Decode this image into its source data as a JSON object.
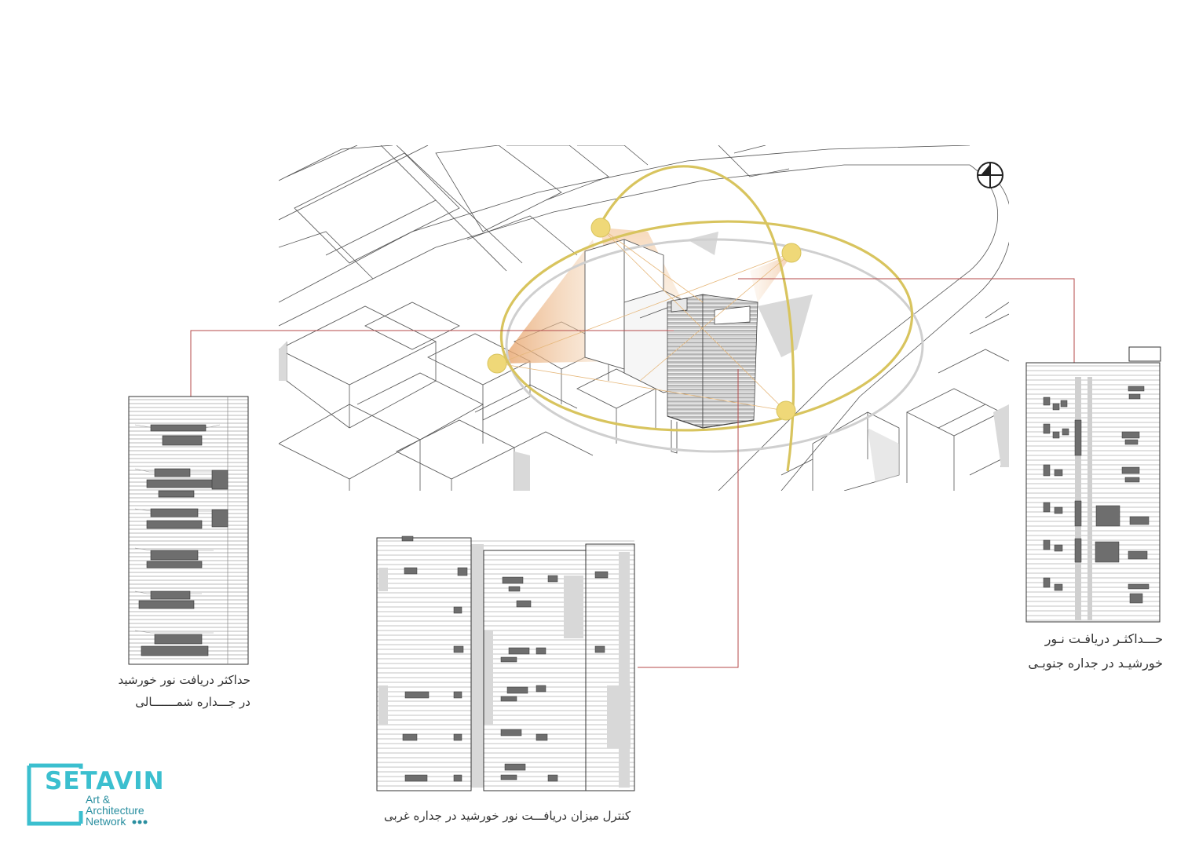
{
  "captions": {
    "north": {
      "line1": "حداکثر دریافت نور خورشید",
      "line2": "در جـــداره شمـــــــالی"
    },
    "west": {
      "line1": "کنترل میزان دریافـــت نور خورشید در جداره غربی"
    },
    "south": {
      "line1": "حـــداکثـر دریافـت نـور",
      "line2": "خورشیـد در جداره جنوبـی"
    }
  },
  "logo": {
    "word": "SETAVIN",
    "line1": "Art &",
    "line2": "Architecture",
    "line3": "Network"
  },
  "colors": {
    "sun_path": "#d8c45e",
    "sun_marker": "#efd878",
    "light_cone": "#e9a868",
    "leader_line": "#b44a4a",
    "window": "#6e6e6e",
    "logo": "#3bbfcf"
  },
  "icons": {
    "compass": "north-arrow-icon"
  }
}
